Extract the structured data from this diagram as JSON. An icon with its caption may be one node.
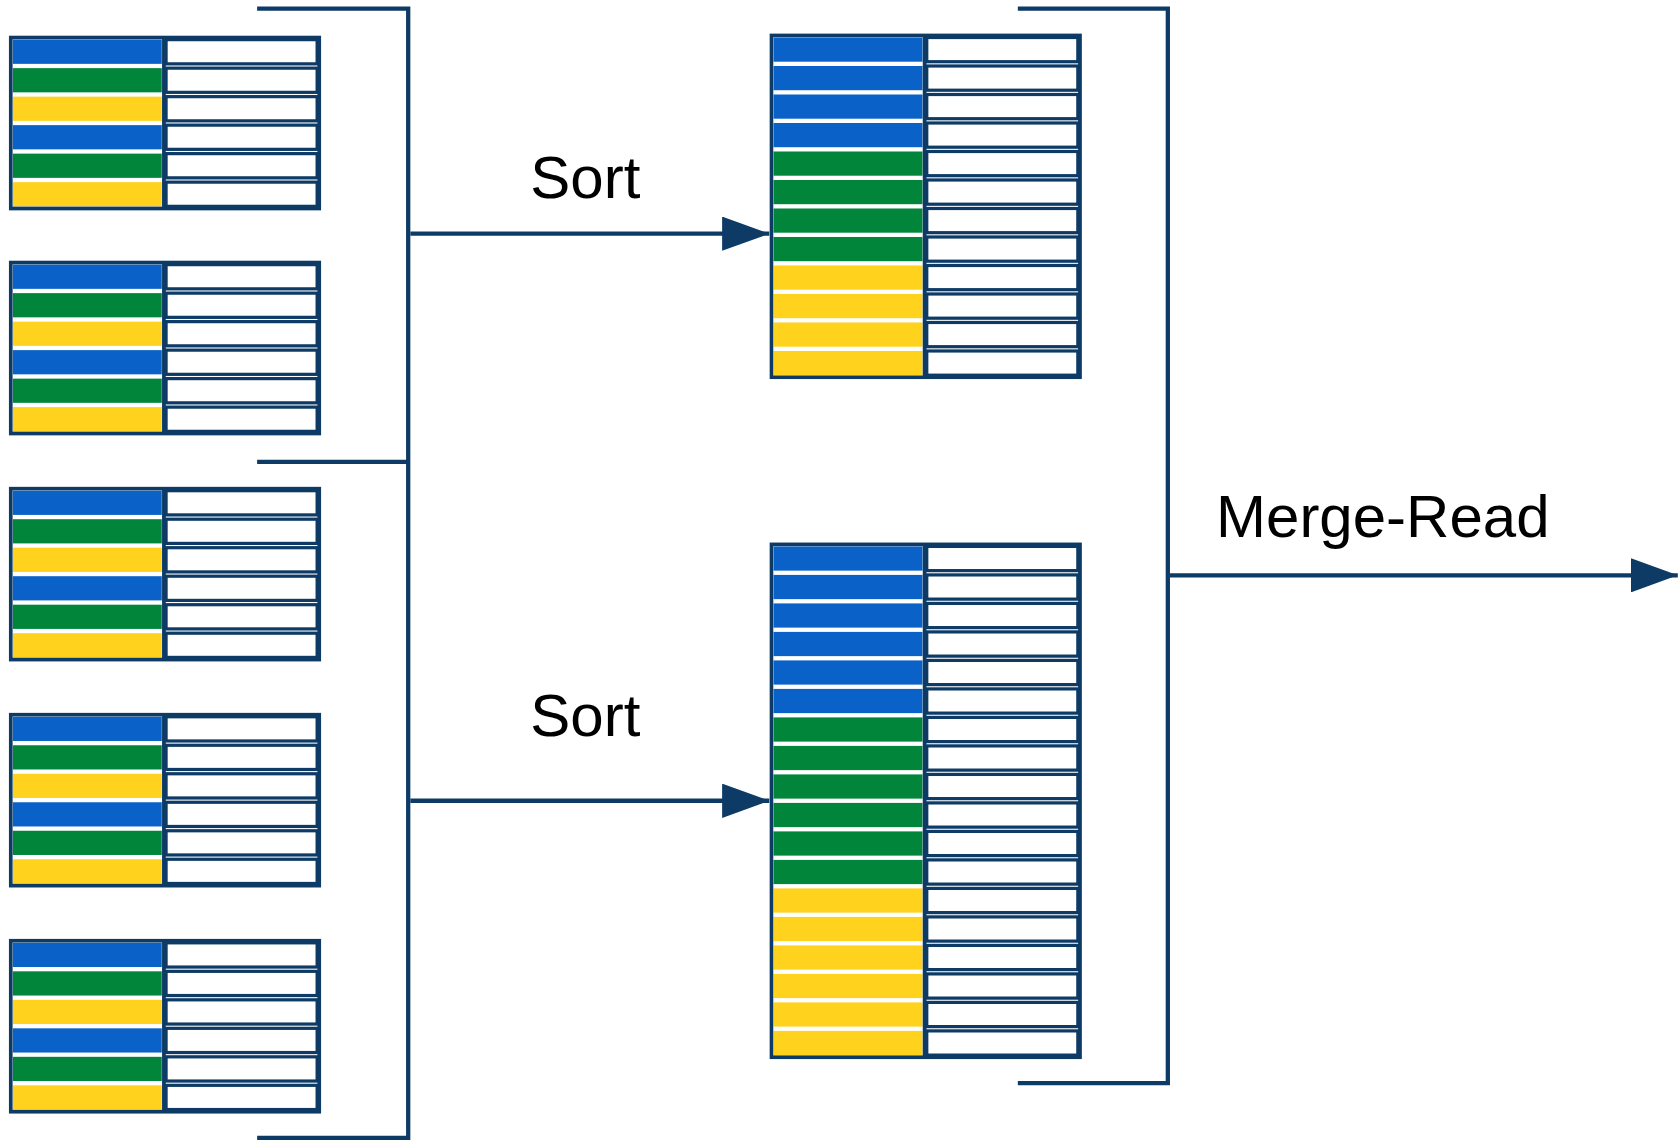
{
  "diagram": {
    "nodes": [
      {
        "text": [],
        "shape": "box"
      },
      {
        "text": [],
        "shape": "box"
      },
      {
        "text": [],
        "shape": "box"
      },
      {
        "text": [],
        "shape": "box"
      },
      {
        "text": [],
        "shape": "box"
      },
      {
        "text": [],
        "shape": "box"
      },
      {
        "text": [],
        "shape": "box"
      },
      {
        "text": [],
        "shape": "bracket"
      },
      {
        "text": [],
        "shape": "bracket"
      }
    ],
    "edges": [
      {
        "from": 7,
        "to": 5,
        "arrow": "to",
        "label": "Sort"
      },
      {
        "from": 7,
        "to": 6,
        "arrow": "to",
        "label": "Sort"
      },
      {
        "from": 8,
        "to": null,
        "arrow": "to",
        "label": "Merge-Read"
      }
    ]
  }
}
